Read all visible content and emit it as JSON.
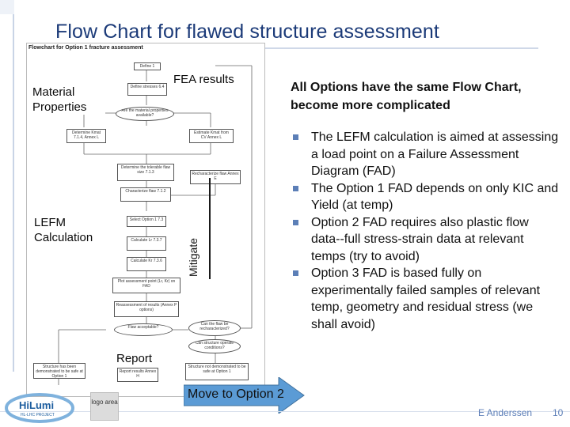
{
  "slide": {
    "title": "Flow Chart for flawed structure assessment",
    "author": "E Anderssen",
    "page_number": "10"
  },
  "figure": {
    "caption": "Flowchart for Option 1 fracture assessment",
    "nodes": [
      {
        "id": "define-1",
        "text": "Define 1"
      },
      {
        "id": "define-stress",
        "text": "Define stresses 6.4"
      },
      {
        "id": "decision-1",
        "text": "Are the material properties available?"
      },
      {
        "id": "determine-kmat",
        "text": "Determine Kmat 7.1.4, Annex L"
      },
      {
        "id": "estimate-kmat",
        "text": "Estimate Kmat from CV Annex L"
      },
      {
        "id": "determine-tolerable",
        "text": "Determine the tolerable flaw size 7.1.3"
      },
      {
        "id": "characterize-flaw",
        "text": "Characterize flaw 7.1.2"
      },
      {
        "id": "recharacterize-flaw",
        "text": "Recharacterize flaw Annex E"
      },
      {
        "id": "select-option",
        "text": "Select Option 1 7.3"
      },
      {
        "id": "calculate-lr",
        "text": "Calculate Lr 7.3.7"
      },
      {
        "id": "calculate-kr",
        "text": "Calculate Kr 7.3.6"
      },
      {
        "id": "plot-assessment",
        "text": "Plot assessment point (Lr, Kr) on FAD"
      },
      {
        "id": "reassessment",
        "text": "Reassessment of results (Annex P options)"
      },
      {
        "id": "flaw-ok",
        "text": "Flaw acceptable?"
      },
      {
        "id": "can-recharacterize",
        "text": "Can the flaw be recharacterized?"
      },
      {
        "id": "can-structure",
        "text": "Can structure operate conditions?"
      },
      {
        "id": "shown-unsafe",
        "text": "Structure not demonstrated to be safe at Option 1"
      },
      {
        "id": "shown-safe",
        "text": "Structure has been demonstrated to be safe at Option 1"
      },
      {
        "id": "report-results",
        "text": "Report results Annex H"
      }
    ],
    "overlay_labels": {
      "material_properties": "Material Properties",
      "fea_results": "FEA results",
      "lefm_calculation": "LEFM Calculation",
      "mitigate": "Mitigate",
      "report": "Report"
    }
  },
  "heading": "All Options have the same Flow Chart, become more complicated",
  "bullets": [
    "The LEFM calculation is aimed at assessing a load point on a Failure Assessment Diagram (FAD)",
    "The Option 1 FAD depends on only KIC and Yield (at temp)",
    "Option 2 FAD requires also plastic flow data--full stress-strain data at relevant temps (try to avoid)",
    "Option 3 FAD is based fully on experimentally failed samples of relevant temp, geometry and residual stress (we shall avoid)"
  ],
  "move_label": "Move to Option 2",
  "logo": {
    "hilumi": "HiLumi",
    "hilumi_sub": "HL-LHC PROJECT",
    "placeholder": "logo area"
  },
  "colors": {
    "title": "#1b3a78",
    "bullet": "#5c7fb7",
    "arrow": "#5b9bd5",
    "footer_text": "#5d7fb8"
  }
}
